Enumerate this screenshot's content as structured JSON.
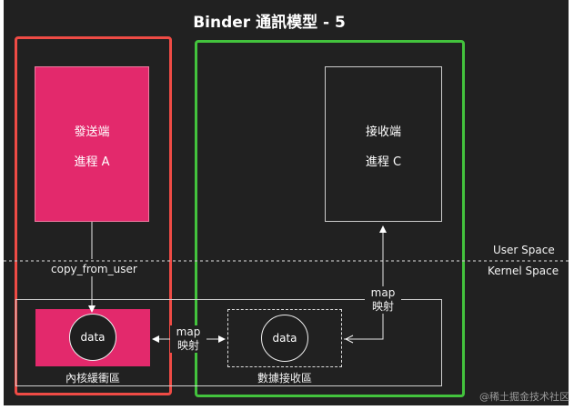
{
  "title": "Binder 通訊模型 - 5",
  "process_a": {
    "line1": "發送端",
    "line2": "進程 A"
  },
  "process_c": {
    "line1": "接收端",
    "line2": "進程 C"
  },
  "boundary": {
    "user": "User Space",
    "kernel": "Kernel Space"
  },
  "copy_label": "copy_from_user",
  "kernel_buffer": {
    "circle": "data",
    "caption": "內核緩衝區"
  },
  "receive_buffer": {
    "circle": "data",
    "caption": "數據接收區"
  },
  "map_left": {
    "line1": "map",
    "line2": "映射"
  },
  "map_right": {
    "line1": "map",
    "line2": "映射"
  },
  "watermark": "@稀土掘金技术社区",
  "colors": {
    "background": "#212121",
    "sender_fill": "#e3296c",
    "sender_border": "#ef4b45",
    "receiver_border": "#43c33d"
  }
}
